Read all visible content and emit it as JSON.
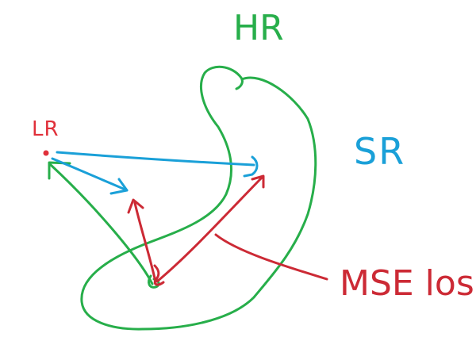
{
  "labels": {
    "hr": "HR",
    "sr": "SR",
    "lr": "LR",
    "mse": "MSE loss"
  },
  "colors": {
    "hr": "#27ae4a",
    "sr": "#1aa0d8",
    "lr": "#e0303a",
    "mse": "#cc2a35"
  }
}
